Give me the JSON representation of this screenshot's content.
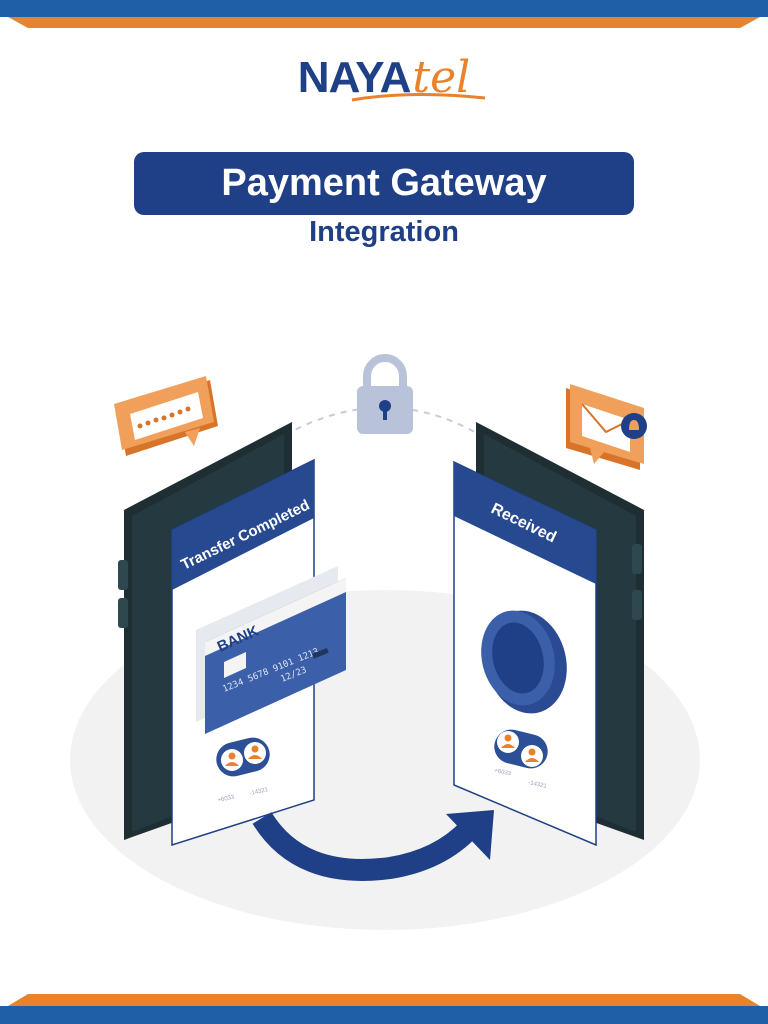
{
  "brand": {
    "name_primary": "NAYA",
    "name_secondary": "tel",
    "primary_color": "#1f3f86",
    "accent_color": "#e8822d"
  },
  "header": {
    "title": "Payment Gateway",
    "subtitle": "Integration"
  },
  "illustration": {
    "left_phone": {
      "screen_title": "Transfer Completed",
      "card": {
        "bank_label": "BANK",
        "number": "1234 5678 9101 1213",
        "expiry": "12/23"
      },
      "amount_1": "+6033",
      "amount_2": "-14321"
    },
    "right_phone": {
      "screen_title": "Received",
      "amount_1": "+6033",
      "amount_2": "-14321"
    },
    "icons": [
      "password-bubble-icon",
      "padlock-icon",
      "mail-notification-icon",
      "coin-icon",
      "transfer-arrow-icon"
    ]
  }
}
